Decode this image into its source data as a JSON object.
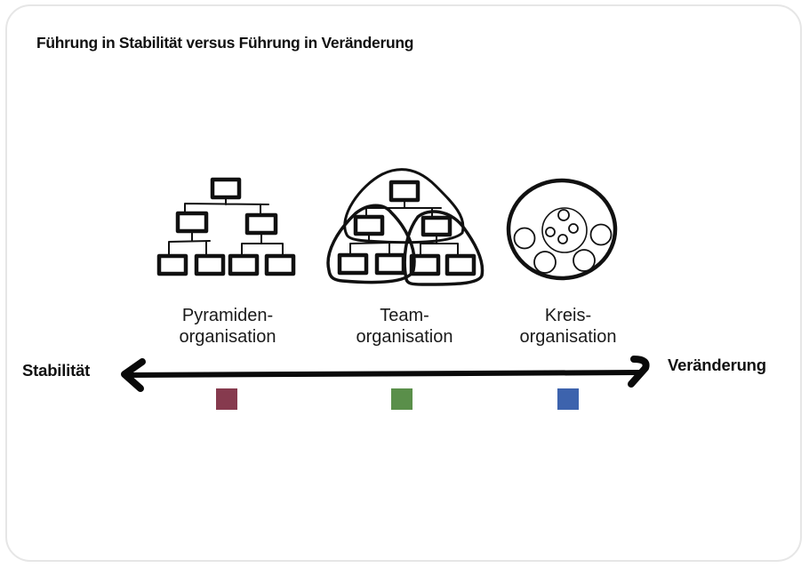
{
  "title": "Führung in Stabilität versus Führung in Veränderung",
  "axis": {
    "left_label": "Stabilität",
    "right_label": "Veränderung",
    "direction": "bidirectional"
  },
  "organisations": [
    {
      "id": "pyramid",
      "line1": "Pyramiden-",
      "line2": "organisation",
      "icon": "org-chart-hierarchy-icon",
      "color": "#863a4e"
    },
    {
      "id": "team",
      "line1": "Team-",
      "line2": "organisation",
      "icon": "org-chart-team-groups-icon",
      "color": "#5a8f4a"
    },
    {
      "id": "circle",
      "line1": "Kreis-",
      "line2": "organisation",
      "icon": "nested-circles-icon",
      "color": "#3d63ad"
    }
  ]
}
